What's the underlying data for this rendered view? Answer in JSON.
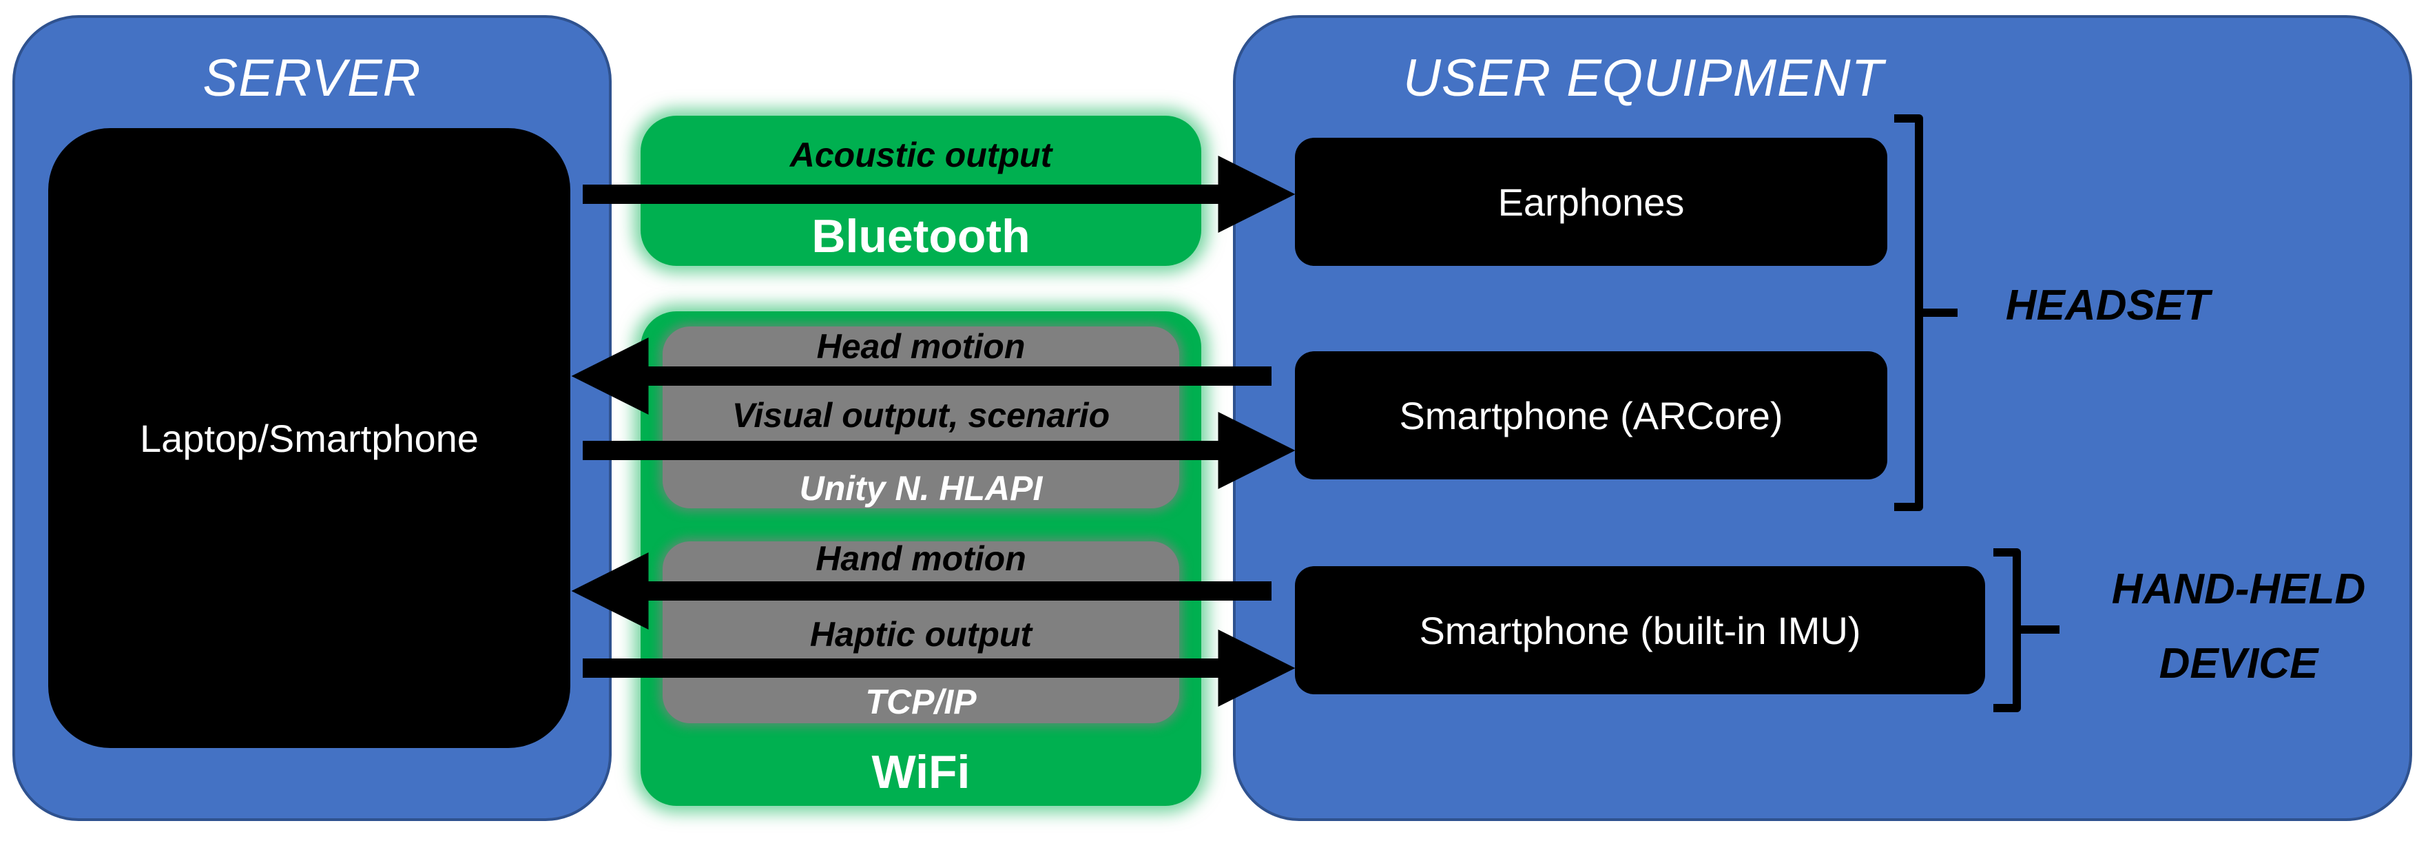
{
  "server": {
    "title": "SERVER",
    "device": "Laptop/Smartphone"
  },
  "user_equipment": {
    "title": "USER EQUIPMENT",
    "devices": [
      "Earphones",
      "Smartphone (ARCore)",
      "Smartphone (built-in IMU)"
    ]
  },
  "links": {
    "bluetooth": {
      "network": "Bluetooth",
      "signal": "Acoustic output"
    },
    "wifi": {
      "network": "WiFi",
      "protocol_1": "Unity N. HLAPI",
      "protocol_2": "TCP/IP",
      "signals": [
        "Head motion",
        "Visual output, scenario",
        "Hand motion",
        "Haptic output"
      ]
    }
  },
  "groups": {
    "headset": "HEADSET",
    "handheld_line1": "HAND-HELD",
    "handheld_line2": "DEVICE"
  },
  "colors": {
    "panel_blue": "#4472c4",
    "link_green": "#00b050",
    "protocol_gray": "#808080",
    "device_black": "#000000"
  }
}
